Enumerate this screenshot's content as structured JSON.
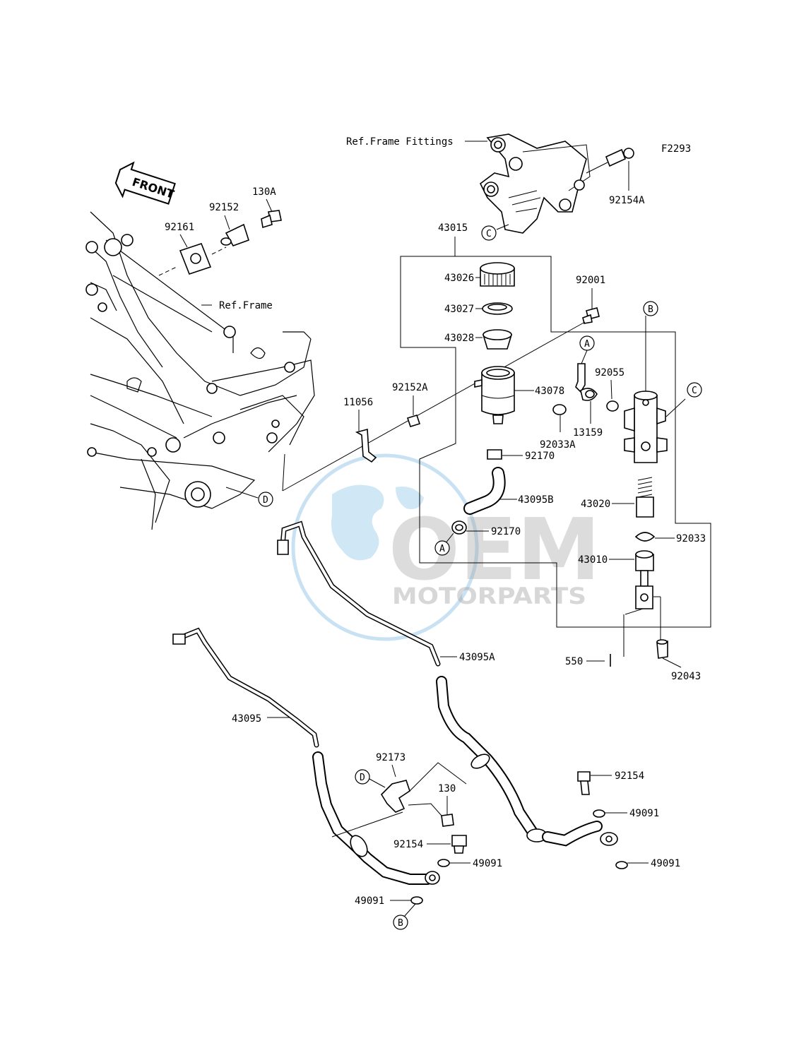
{
  "diagram_code": "F2293",
  "front_label": "FRONT",
  "watermark": {
    "brand": "OEM",
    "sub": "MOTORPARTS",
    "color": "#4a9fd6"
  },
  "references": {
    "frame_fittings": "Ref.Frame Fittings",
    "frame": "Ref.Frame"
  },
  "callouts": {
    "A": "A",
    "B": "B",
    "C": "C",
    "D": "D"
  },
  "parts": {
    "p92154A": "92154A",
    "p130A": "130A",
    "p92152": "92152",
    "p92161": "92161",
    "p43015": "43015",
    "p43026": "43026",
    "p43027": "43027",
    "p43028": "43028",
    "p92001": "92001",
    "p92055": "92055",
    "p43078": "43078",
    "p92152A": "92152A",
    "p11056": "11056",
    "p92033A": "92033A",
    "p13159": "13159",
    "p92170a": "92170",
    "p43095B": "43095B",
    "p43020": "43020",
    "p92170b": "92170",
    "p92033": "92033",
    "p43010": "43010",
    "p550": "550",
    "p92043": "92043",
    "p43095A": "43095A",
    "p43095": "43095",
    "p92173": "92173",
    "p130": "130",
    "p92154a": "92154",
    "p49091a": "49091",
    "p92154b": "92154",
    "p49091b": "49091",
    "p49091c": "49091",
    "p49091d": "49091"
  }
}
